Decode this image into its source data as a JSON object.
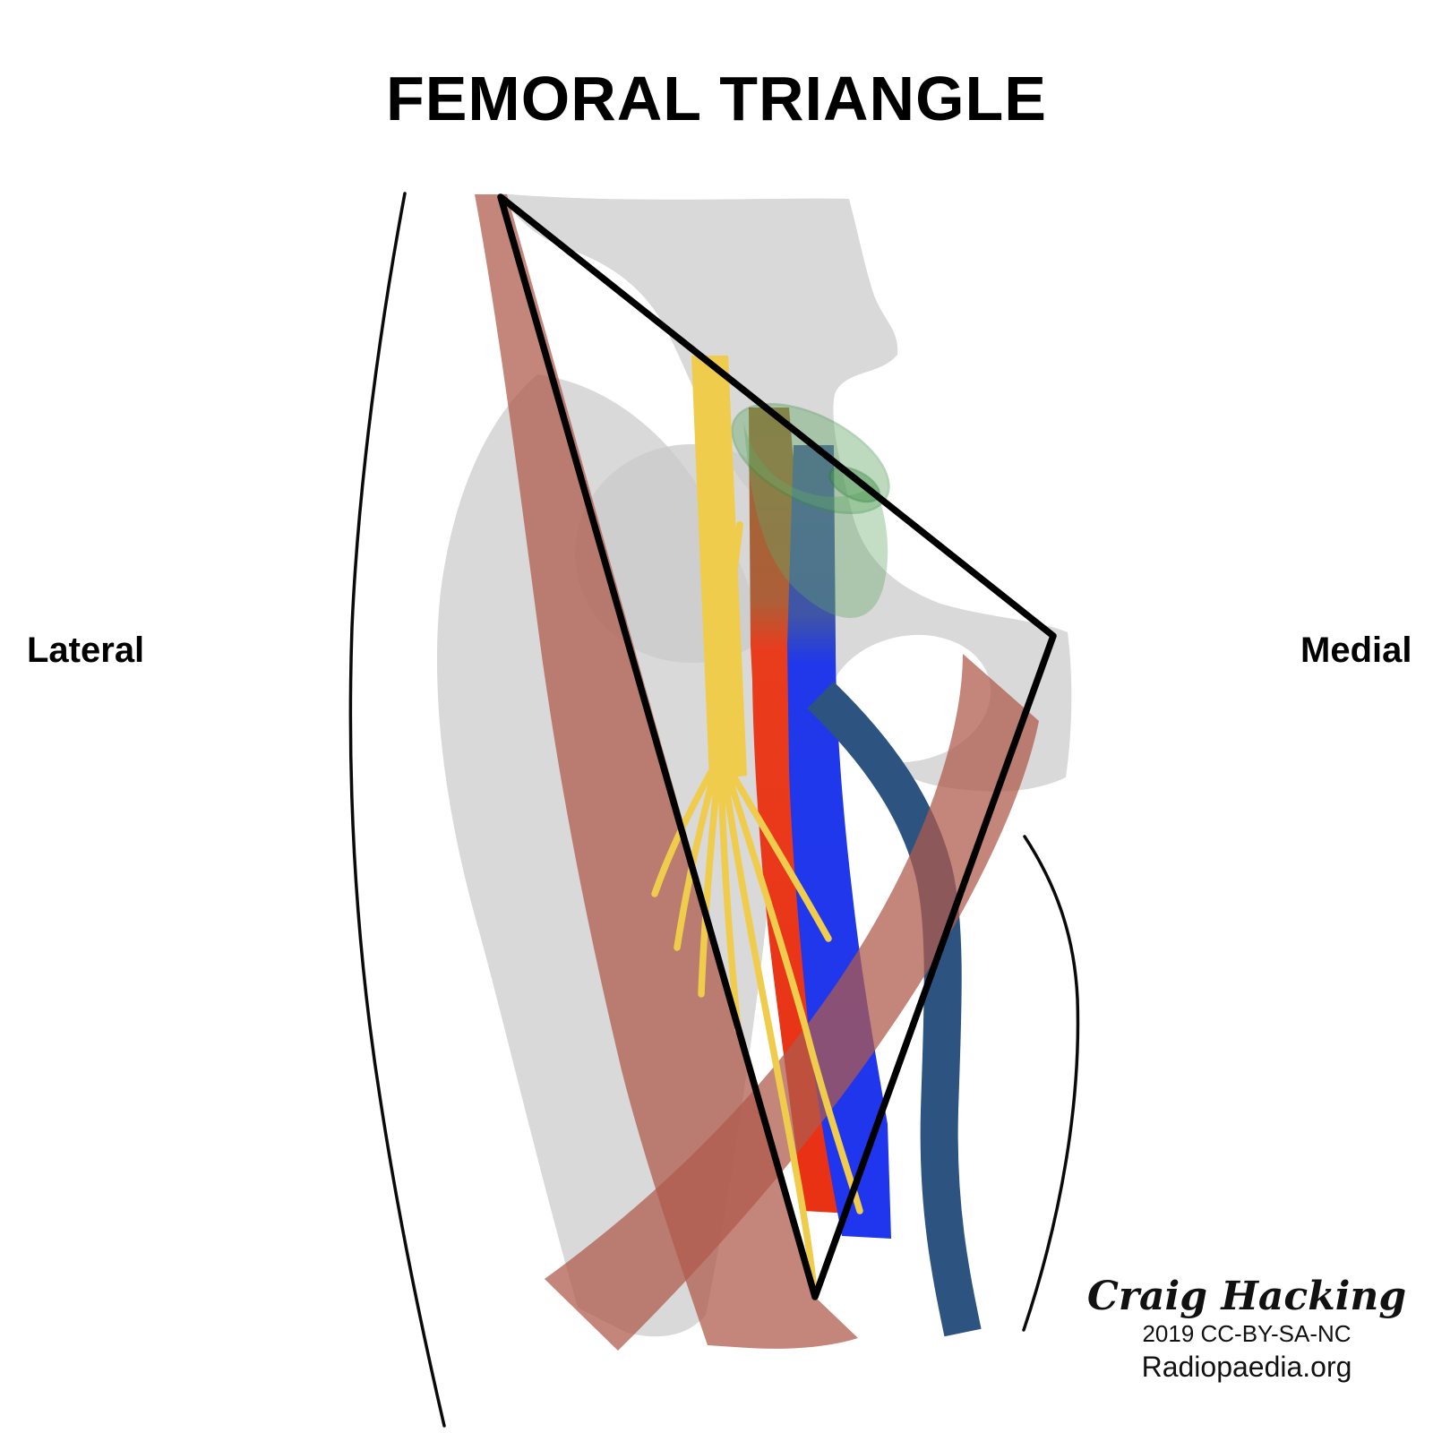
{
  "title": "FEMORAL TRIANGLE",
  "labels": {
    "lateral": "Lateral",
    "medial": "Medial"
  },
  "attribution": {
    "author": "Craig Hacking",
    "license": "2019 CC-BY-SA-NC",
    "source": "Radiopaedia.org"
  },
  "colors": {
    "background": "#ffffff",
    "bone_gray": "#d9d9d9",
    "bone_shadow_gray": "#c9c9c9",
    "muscle_red": "#b05a4c",
    "nerve_yellow": "#f0cc4c",
    "artery_red": "#e93417",
    "artery_covered_brown": "#9d6833",
    "vein_blue": "#1f36ee",
    "vein_covered_slate": "#46589c",
    "saphenous_navy": "#2d5480",
    "sheath_green": "#63a967",
    "outline_black": "#000000"
  },
  "structures": [
    {
      "name": "femoral-triangle-outline",
      "color": "#000000"
    },
    {
      "name": "sartorius-muscle",
      "color": "#b05a4c"
    },
    {
      "name": "adductor-longus-muscle",
      "color": "#b05a4c"
    },
    {
      "name": "pelvis-and-femur-bones",
      "color": "#d9d9d9"
    },
    {
      "name": "femoral-nerve",
      "color": "#f0cc4c"
    },
    {
      "name": "femoral-artery",
      "color": "#e93417"
    },
    {
      "name": "femoral-vein",
      "color": "#1f36ee"
    },
    {
      "name": "great-saphenous-vein",
      "color": "#2d5480"
    },
    {
      "name": "femoral-sheath-canal",
      "color": "#63a967"
    }
  ]
}
